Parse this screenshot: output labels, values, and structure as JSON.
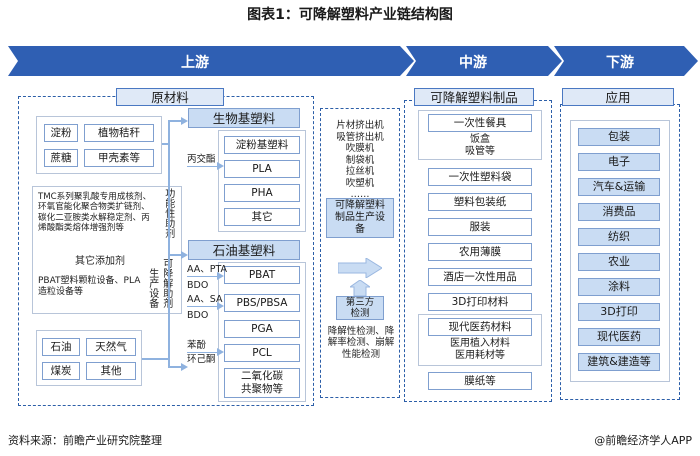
{
  "title": "图表1：可降解塑料产业链结构图",
  "stages": {
    "upstream": "上游",
    "midstream": "中游",
    "downstream": "下游"
  },
  "upstream": {
    "header": "原材料",
    "bio_sources": [
      "淀粉",
      "植物秸秆",
      "蔗糖",
      "甲壳素等"
    ],
    "functional_additives_text": "TMC系列聚乳酸专用成核剂、环氧官能化聚合物类扩链剂、碳化二亚胺类水解稳定剂、丙烯酸酯类熔体增强剂等",
    "functional_additives_label": "功能性助剂",
    "other_additives_title": "其它添加剂",
    "equipment_text": "PBAT塑料颗粒设备、PLA造粒设备等",
    "equipment_label": "生产设备",
    "fossil_sources": [
      "石油",
      "天然气",
      "煤炭",
      "其他"
    ],
    "auxiliary_label": "可降解助剂",
    "bio_based": {
      "header": "生物基塑料",
      "items": [
        "淀粉基塑料",
        "PLA",
        "PHA",
        "其它"
      ],
      "lactide": "丙交酯"
    },
    "petro_based": {
      "header": "石油基塑料",
      "items": [
        "PBAT",
        "PBS/PBSA",
        "PGA",
        "PCL",
        "二氧化碳共聚物等"
      ],
      "inputs": [
        "AA、PTA",
        "BDO",
        "AA、SA",
        "BDO",
        "苯酚",
        "环己酮"
      ]
    }
  },
  "midstream": {
    "equipment_list": "片材挤出机\n吸管挤出机\n吹膜机\n制袋机\n拉丝机\n吹塑机\n……",
    "equipment_label": "可降解塑料制品生产设备",
    "third_party_label": "第三方检测",
    "third_party_text": "降解性检测、降解率检测、崩解性能检测"
  },
  "products": {
    "header": "可降解塑料制品",
    "items": [
      "一次性餐具",
      "一次性塑料袋",
      "塑料包装纸",
      "服装",
      "农用薄膜",
      "酒店一次性用品",
      "3D打印材料",
      "现代医药材料",
      "膜纸等"
    ],
    "tableware_sub": "饭盒\n吸管等",
    "medical_sub": "医用植入材料\n医用耗材等"
  },
  "downstream": {
    "header": "应用",
    "items": [
      "包装",
      "电子",
      "汽车&运输",
      "消费品",
      "纺织",
      "农业",
      "涂料",
      "3D打印",
      "现代医药",
      "建筑&建造等"
    ]
  },
  "footer": {
    "source": "资料来源：前瞻产业研究院整理",
    "brand": "@前瞻经济学人APP"
  },
  "colors": {
    "chevron": "#2f5fb3",
    "header_fill": "#dfe9f7",
    "box_border": "#7f9fcf",
    "accent_fill": "#c9dcf3"
  }
}
